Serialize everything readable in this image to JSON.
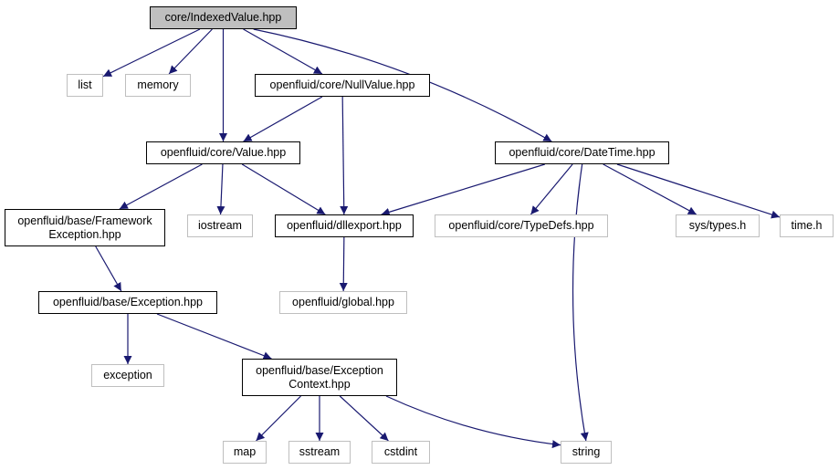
{
  "colors": {
    "edge": "#191970",
    "root_fill": "#bfbfbf",
    "local_border": "#000000",
    "ext_border": "#bfbfbf"
  },
  "nodes": {
    "indexed_value": {
      "label": "core/IndexedValue.hpp",
      "kind": "root"
    },
    "list": {
      "label": "list",
      "kind": "ext"
    },
    "memory": {
      "label": "memory",
      "kind": "ext"
    },
    "null_value": {
      "label": "openfluid/core/NullValue.hpp",
      "kind": "local"
    },
    "date_time": {
      "label": "openfluid/core/DateTime.hpp",
      "kind": "local"
    },
    "value": {
      "label": "openfluid/core/Value.hpp",
      "kind": "local"
    },
    "framework_exception": {
      "label": "openfluid/base/Framework\nException.hpp",
      "kind": "local"
    },
    "iostream": {
      "label": "iostream",
      "kind": "ext"
    },
    "dllexport": {
      "label": "openfluid/dllexport.hpp",
      "kind": "local"
    },
    "typedefs": {
      "label": "openfluid/core/TypeDefs.hpp",
      "kind": "ext"
    },
    "sys_types": {
      "label": "sys/types.h",
      "kind": "ext"
    },
    "time_h": {
      "label": "time.h",
      "kind": "ext"
    },
    "exception_hpp": {
      "label": "openfluid/base/Exception.hpp",
      "kind": "local"
    },
    "global": {
      "label": "openfluid/global.hpp",
      "kind": "ext"
    },
    "exception": {
      "label": "exception",
      "kind": "ext"
    },
    "exception_context": {
      "label": "openfluid/base/Exception\nContext.hpp",
      "kind": "local"
    },
    "map": {
      "label": "map",
      "kind": "ext"
    },
    "sstream": {
      "label": "sstream",
      "kind": "ext"
    },
    "cstdint": {
      "label": "cstdint",
      "kind": "ext"
    },
    "string": {
      "label": "string",
      "kind": "ext"
    }
  },
  "edges": [
    [
      "indexed_value",
      "list"
    ],
    [
      "indexed_value",
      "memory"
    ],
    [
      "indexed_value",
      "value"
    ],
    [
      "indexed_value",
      "null_value"
    ],
    [
      "indexed_value",
      "date_time"
    ],
    [
      "null_value",
      "value"
    ],
    [
      "null_value",
      "dllexport"
    ],
    [
      "value",
      "framework_exception"
    ],
    [
      "value",
      "iostream"
    ],
    [
      "value",
      "dllexport"
    ],
    [
      "date_time",
      "dllexport"
    ],
    [
      "date_time",
      "typedefs"
    ],
    [
      "date_time",
      "sys_types"
    ],
    [
      "date_time",
      "time_h"
    ],
    [
      "date_time",
      "string"
    ],
    [
      "framework_exception",
      "exception_hpp"
    ],
    [
      "dllexport",
      "global"
    ],
    [
      "exception_hpp",
      "exception"
    ],
    [
      "exception_hpp",
      "exception_context"
    ],
    [
      "exception_context",
      "map"
    ],
    [
      "exception_context",
      "sstream"
    ],
    [
      "exception_context",
      "cstdint"
    ],
    [
      "exception_context",
      "string"
    ]
  ]
}
